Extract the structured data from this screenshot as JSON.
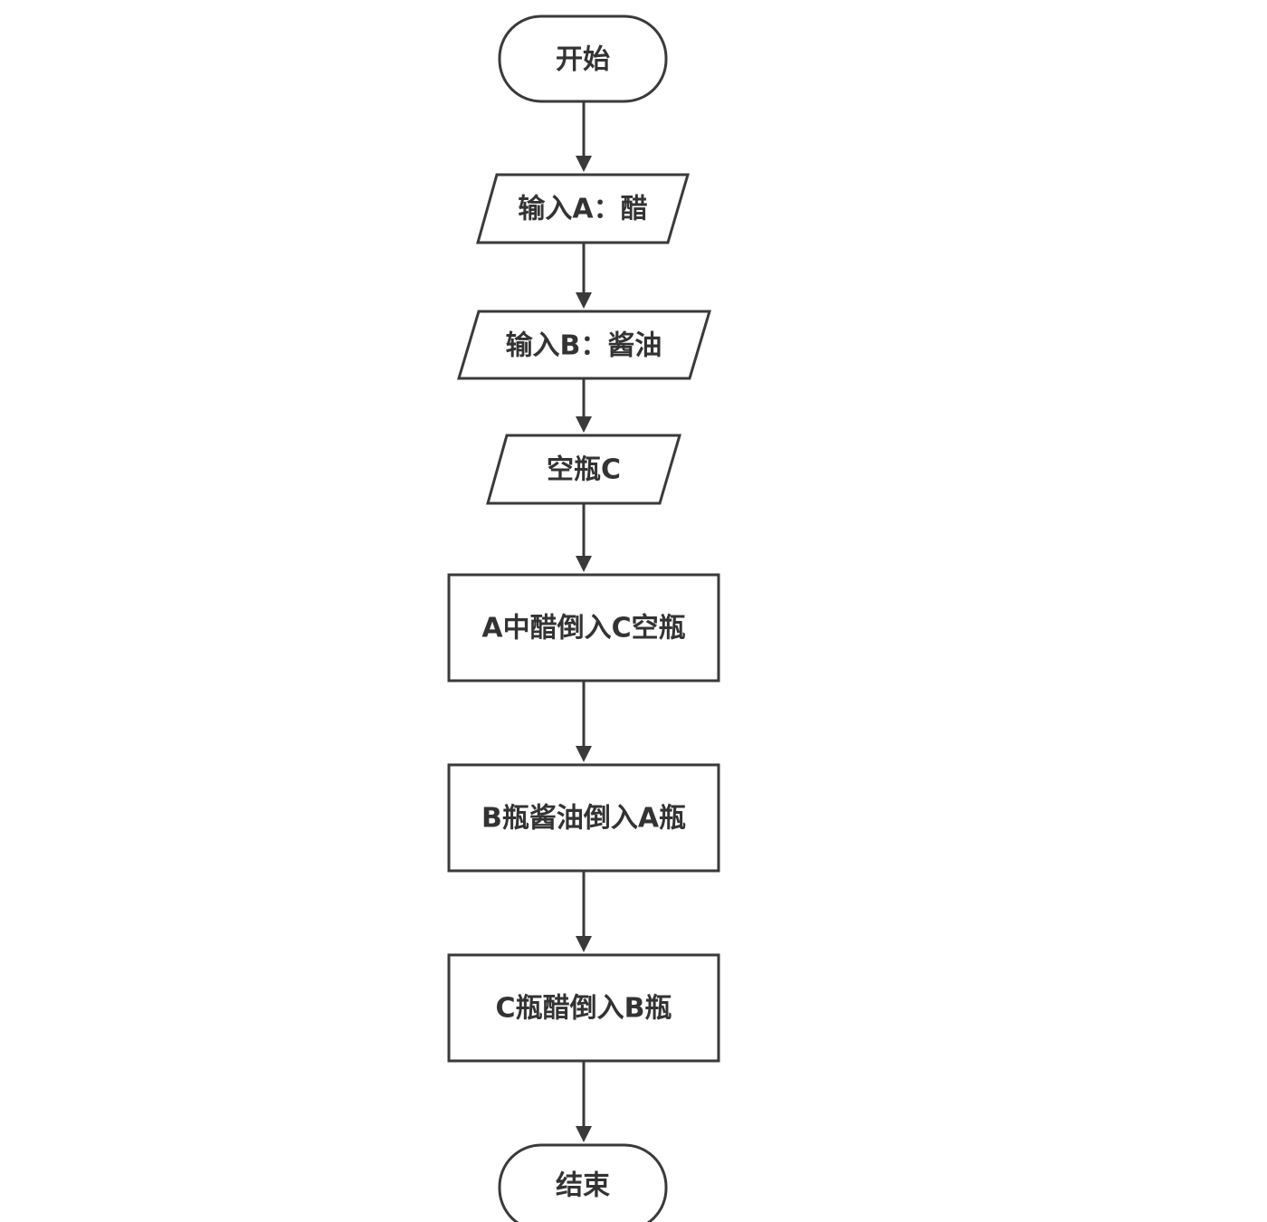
{
  "diagram": {
    "colors": {
      "stroke": "#3a3a3a",
      "text": "#333333",
      "fill": "#ffffff",
      "background": "#ffffff"
    },
    "nodes": [
      {
        "id": "start",
        "shape": "terminator",
        "label": "开始"
      },
      {
        "id": "input-a",
        "shape": "parallelogram",
        "label": "输入A：醋"
      },
      {
        "id": "input-b",
        "shape": "parallelogram",
        "label": "输入B：酱油"
      },
      {
        "id": "empty-c",
        "shape": "parallelogram",
        "label": "空瓶C"
      },
      {
        "id": "step-1",
        "shape": "process",
        "label": "A中醋倒入C空瓶"
      },
      {
        "id": "step-2",
        "shape": "process",
        "label": "B瓶酱油倒入A瓶"
      },
      {
        "id": "step-3",
        "shape": "process",
        "label": "C瓶醋倒入B瓶"
      },
      {
        "id": "end",
        "shape": "terminator",
        "label": "结束"
      }
    ],
    "edges": [
      {
        "from": "start",
        "to": "input-a"
      },
      {
        "from": "input-a",
        "to": "input-b"
      },
      {
        "from": "input-b",
        "to": "empty-c"
      },
      {
        "from": "empty-c",
        "to": "step-1"
      },
      {
        "from": "step-1",
        "to": "step-2"
      },
      {
        "from": "step-2",
        "to": "step-3"
      },
      {
        "from": "step-3",
        "to": "end"
      }
    ]
  }
}
